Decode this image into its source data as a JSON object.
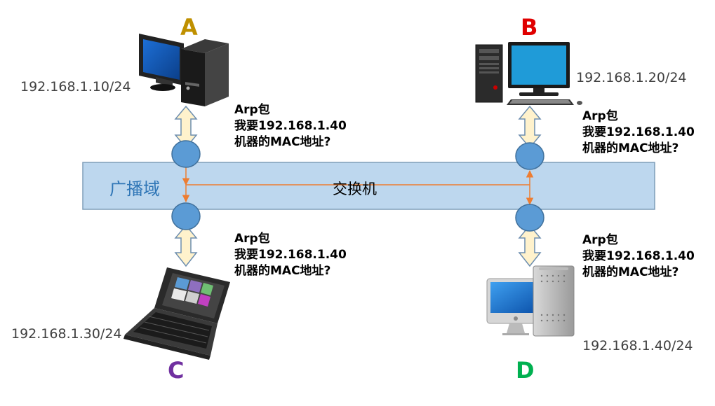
{
  "nodes": {
    "A": {
      "letter": "A",
      "ip": "192.168.1.10/24",
      "color": "#BF9000"
    },
    "B": {
      "letter": "B",
      "ip": "192.168.1.20/24",
      "color": "#E00000"
    },
    "C": {
      "letter": "C",
      "ip": "192.168.1.30/24",
      "color": "#7030A0"
    },
    "D": {
      "letter": "D",
      "ip": "192.168.1.40/24",
      "color": "#00B050"
    }
  },
  "broadcast_domain_label": "广播域",
  "switch_label": "交换机",
  "arp_messages": {
    "A": {
      "line1": "Arp包",
      "line2": "我要192.168.1.40",
      "line3": "机器的MAC地址?"
    },
    "B": {
      "line1": "Arp包",
      "line2": "我要192.168.1.40",
      "line3": "机器的MAC地址?"
    },
    "C": {
      "line1": "Arp包",
      "line2": "我要192.168.1.40",
      "line3": "机器的MAC地址?"
    },
    "D": {
      "line1": "Arp包",
      "line2": "我要192.168.1.40",
      "line3": "机器的MAC地址?"
    }
  },
  "colors": {
    "switch_fill": "#BDD7EE",
    "switch_border": "#7F9DB9",
    "port_fill": "#5B9BD5",
    "flow_line": "#ED7D31",
    "link_arrow_fill": "#FFF2CC",
    "link_arrow_stroke": "#6D8EAF"
  }
}
